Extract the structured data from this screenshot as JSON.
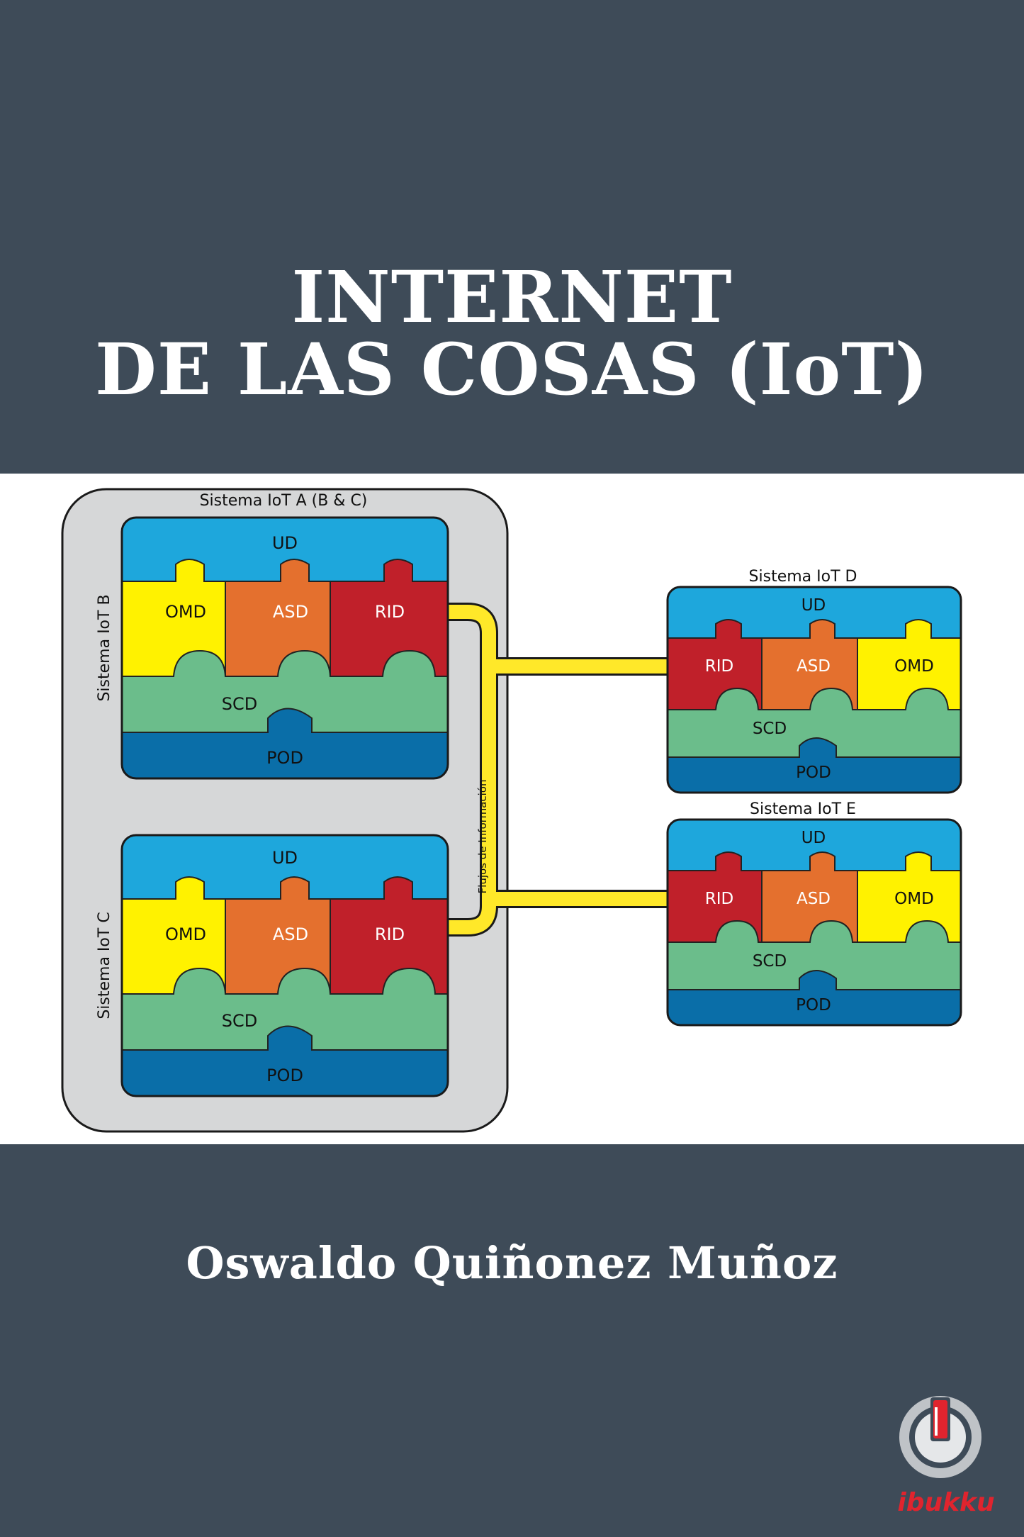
{
  "cover": {
    "title_line1": "INTERNET",
    "title_line2": "DE LAS COSAS (IoT)",
    "author": "Oswaldo Quiñonez Muñoz",
    "publisher_logo_text": "ibukku"
  },
  "diagram": {
    "outer_system_label": "Sistema IoT A (B & C)",
    "flow_label": "Flujos de Información",
    "systems": [
      {
        "label": "Sistema IoT B",
        "ud": "UD",
        "omd": "OMD",
        "asd": "ASD",
        "rid": "RID",
        "scd": "SCD",
        "pod": "POD"
      },
      {
        "label": "Sistema IoT C",
        "ud": "UD",
        "omd": "OMD",
        "asd": "ASD",
        "rid": "RID",
        "scd": "SCD",
        "pod": "POD"
      },
      {
        "label": "Sistema IoT D",
        "ud": "UD",
        "omd": "OMD",
        "asd": "ASD",
        "rid": "RID",
        "scd": "SCD",
        "pod": "POD"
      },
      {
        "label": "Sistema IoT E",
        "ud": "UD",
        "omd": "OMD",
        "asd": "ASD",
        "rid": "RID",
        "scd": "SCD",
        "pod": "POD"
      }
    ]
  },
  "colors": {
    "background": "#3e4b58",
    "ud": "#1ea7dc",
    "omd": "#fff200",
    "asd": "#e4702e",
    "rid": "#c0202a",
    "scd": "#6bbd8b",
    "pod": "#0a6ea8",
    "outer_box": "#d6d7d8",
    "flow": "#ffe829",
    "logo_red": "#e0242e"
  }
}
